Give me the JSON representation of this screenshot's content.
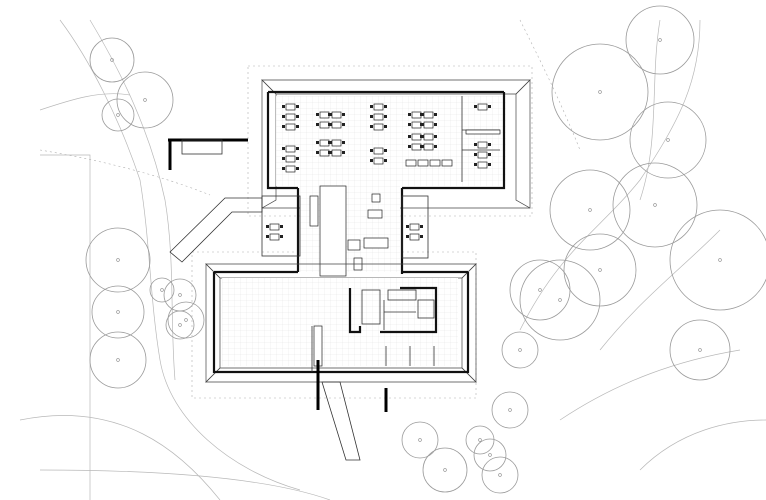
{
  "drawing": {
    "kind": "architectural-site-plan",
    "colors": {
      "line": "#111111",
      "tree": "#9a9a9a",
      "tile": "#e6e6e6",
      "background": "#ffffff"
    },
    "icons": [
      "tree-canopy-symbol",
      "desk-cluster-symbol",
      "chair-symbol"
    ]
  }
}
